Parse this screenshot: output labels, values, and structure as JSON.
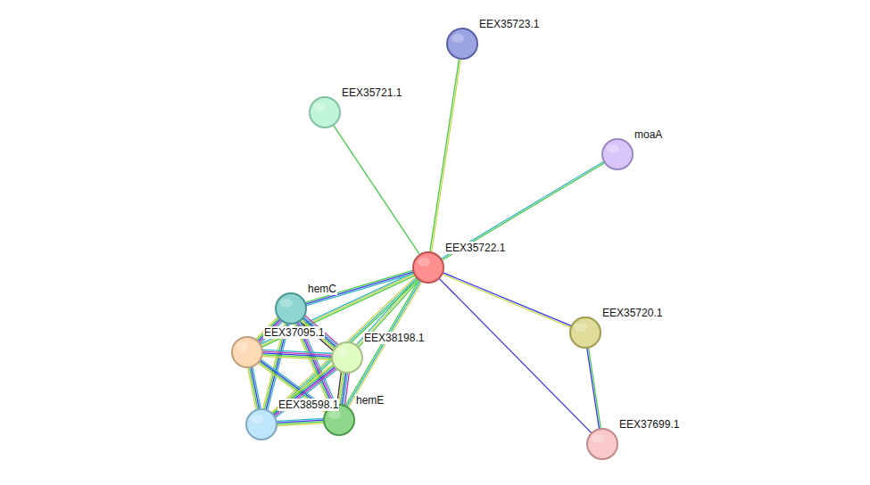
{
  "diagram": {
    "nodes": [
      {
        "text": [
          "EEX35723.1"
        ]
      },
      {
        "text": [
          "EEX35721.1"
        ]
      },
      {
        "text": [
          "moaA"
        ]
      },
      {
        "text": [
          "EEX35722.1"
        ]
      },
      {
        "text": [
          "hemC"
        ]
      },
      {
        "text": [
          "EEX37095.1"
        ]
      },
      {
        "text": [
          "EEX38198.1"
        ]
      },
      {
        "text": [
          "EEX35720.1"
        ]
      },
      {
        "text": [
          "EEX38598.1"
        ]
      },
      {
        "text": [
          "hemE"
        ]
      },
      {
        "text": [
          "EEX37699.1"
        ]
      }
    ],
    "edges": [
      {
        "from": 3,
        "to": 0,
        "arrow": "none"
      },
      {
        "from": 3,
        "to": 1,
        "arrow": "none"
      },
      {
        "from": 3,
        "to": 2,
        "arrow": "none"
      },
      {
        "from": 3,
        "to": 4,
        "arrow": "none"
      },
      {
        "from": 3,
        "to": 5,
        "arrow": "none"
      },
      {
        "from": 3,
        "to": 6,
        "arrow": "none"
      },
      {
        "from": 3,
        "to": 8,
        "arrow": "none"
      },
      {
        "from": 3,
        "to": 9,
        "arrow": "none"
      },
      {
        "from": 3,
        "to": 7,
        "arrow": "none"
      },
      {
        "from": 3,
        "to": 10,
        "arrow": "none"
      },
      {
        "from": 7,
        "to": 10,
        "arrow": "none"
      },
      {
        "from": 4,
        "to": 5,
        "arrow": "none"
      },
      {
        "from": 4,
        "to": 6,
        "arrow": "none"
      },
      {
        "from": 4,
        "to": 8,
        "arrow": "none"
      },
      {
        "from": 4,
        "to": 9,
        "arrow": "none"
      },
      {
        "from": 5,
        "to": 6,
        "arrow": "none"
      },
      {
        "from": 5,
        "to": 8,
        "arrow": "none"
      },
      {
        "from": 5,
        "to": 9,
        "arrow": "none"
      },
      {
        "from": 6,
        "to": 8,
        "arrow": "none"
      },
      {
        "from": 6,
        "to": 9,
        "arrow": "none"
      },
      {
        "from": 8,
        "to": 9,
        "arrow": "none"
      }
    ]
  }
}
